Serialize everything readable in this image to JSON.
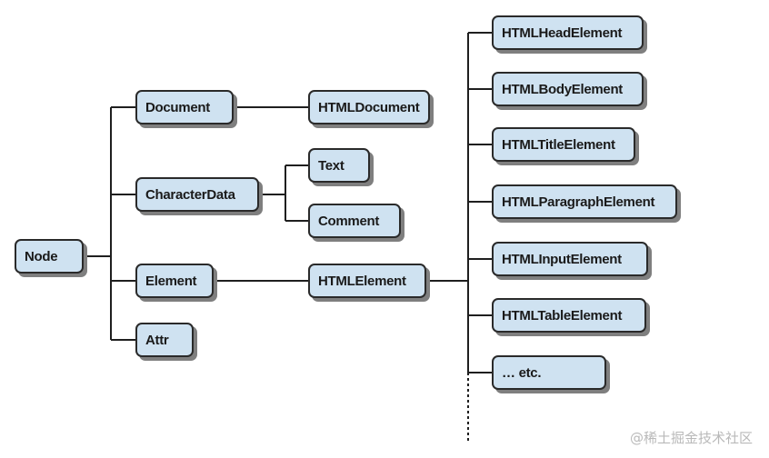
{
  "nodes": {
    "node": "Node",
    "document": "Document",
    "character_data": "CharacterData",
    "element": "Element",
    "attr": "Attr",
    "html_document": "HTMLDocument",
    "text": "Text",
    "comment": "Comment",
    "html_element": "HTMLElement",
    "html_head_element": "HTMLHeadElement",
    "html_body_element": "HTMLBodyElement",
    "html_title_element": "HTMLTitleElement",
    "html_paragraph_element": "HTMLParagraphElement",
    "html_input_element": "HTMLInputElement",
    "html_table_element": "HTMLTableElement",
    "etc": "… etc."
  },
  "watermark": "@稀土掘金技术社区"
}
